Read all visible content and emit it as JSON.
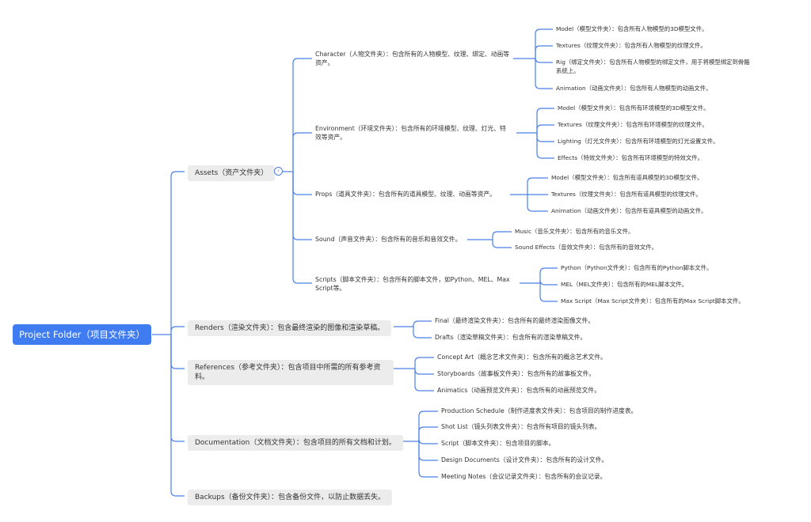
{
  "root": {
    "label": "Project Folder（项目文件夹）"
  },
  "colors": {
    "root_bg": "#3f7cf2",
    "connector": "#4a7fe6",
    "level1_bg": "#ececec"
  },
  "icons": {
    "collapse_toggle": "chevron-left-icon"
  },
  "branches": [
    {
      "label": "Assets（资产文件夹）",
      "children": [
        {
          "label": "Character（人物文件夹）：包含所有的人物模型、纹理、绑定、动画等资产。",
          "children": [
            "Model（模型文件夹）：包含所有人物模型的3D模型文件。",
            "Textures（纹理文件夹）：包含所有人物模型的纹理文件。",
            "Rig（绑定文件夹）：包含所有人物模型的绑定文件，用于将模型绑定到骨骼系统上。",
            "Animation（动画文件夹）：包含所有人物模型的动画文件。"
          ]
        },
        {
          "label": "Environment（环境文件夹）：包含所有的环境模型、纹理、灯光、特效等资产。",
          "children": [
            "Model（模型文件夹）：包含所有环境模型的3D模型文件。",
            "Textures（纹理文件夹）：包含所有环境模型的纹理文件。",
            "Lighting（灯光文件夹）：包含所有环境模型的灯光设置文件。",
            "Effects（特效文件夹）：包含所有环境模型的特效文件。"
          ]
        },
        {
          "label": "Props（道具文件夹）：包含所有的道具模型、纹理、动画等资产。",
          "children": [
            "Model（模型文件夹）：包含所有道具模型的3D模型文件。",
            "Textures（纹理文件夹）：包含所有道具模型的纹理文件。",
            "Animation（动画文件夹）：包含所有道具模型的动画文件。"
          ]
        },
        {
          "label": "Sound（声音文件夹）：包含所有的音乐和音效文件。",
          "children": [
            "Music（音乐文件夹）：包含所有的音乐文件。",
            "Sound Effects（音效文件夹）：包含所有的音效文件。"
          ]
        },
        {
          "label": "Scripts（脚本文件夹）：包含所有的脚本文件，如Python、MEL、Max Script等。",
          "children": [
            "Python（Python文件夹）：包含所有的Python脚本文件。",
            "MEL（MEL文件夹）：包含所有的MEL脚本文件。",
            "Max Script（Max Script文件夹）：包含所有的Max Script脚本文件。"
          ]
        }
      ]
    },
    {
      "label": "Renders（渲染文件夹）：包含最终渲染的图像和渲染草稿。",
      "children": [
        "Final（最终渲染文件夹）：包含所有的最终渲染图像文件。",
        "Drafts（渲染草稿文件夹）：包含所有的渲染草稿文件。"
      ]
    },
    {
      "label": "References（参考文件夹）：包含项目中所需的所有参考资料。",
      "children": [
        "Concept Art（概念艺术文件夹）：包含所有的概念艺术文件。",
        "Storyboards（故事板文件夹）：包含所有的故事板文件。",
        "Animatics（动画预览文件夹）：包含所有的动画预览文件。"
      ]
    },
    {
      "label": "Documentation（文档文件夹）：包含项目的所有文档和计划。",
      "children": [
        "Production Schedule（制作进度表文件夹）：包含项目的制作进度表。",
        "Shot List（镜头列表文件夹）：包含所有项目的镜头列表。",
        "Script（脚本文件夹）：包含项目的脚本。",
        "Design Documents（设计文件夹）：包含所有的设计文件。",
        "Meeting Notes（会议记录文件夹）：包含所有的会议记录。"
      ]
    },
    {
      "label": "Backups（备份文件夹）：包含备份文件，以防止数据丢失。",
      "children": []
    }
  ]
}
